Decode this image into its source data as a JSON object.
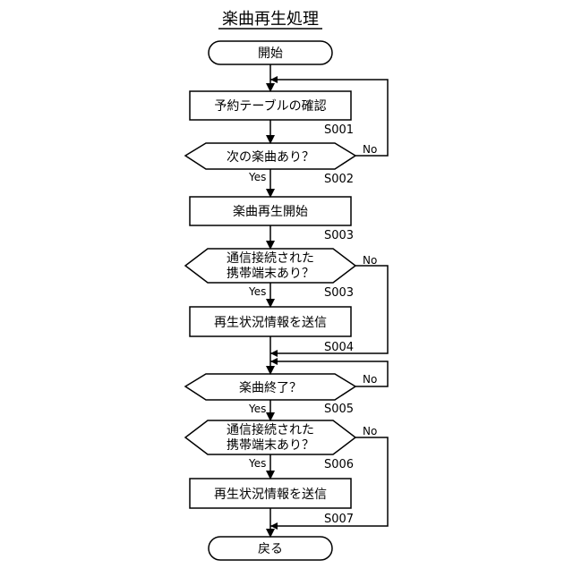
{
  "title": "楽曲再生処理",
  "nodes": {
    "start": "開始",
    "check_table": "予約テーブルの確認",
    "next_song": "次の楽曲あり？",
    "start_play": "楽曲再生開始",
    "connected_1": [
      "通信接続された",
      "携帯端末あり？"
    ],
    "send_status_1": "再生状況情報を送信",
    "song_end": "楽曲終了？",
    "connected_2": [
      "通信接続された",
      "携帯端末あり？"
    ],
    "send_status_2": "再生状況情報を送信",
    "return": "戻る"
  },
  "steps": {
    "s1": "S001",
    "s2": "S002",
    "s3": "S003",
    "s4": "S003",
    "s5": "S004",
    "s6": "S005",
    "s7": "S006",
    "s8": "S007"
  },
  "labels": {
    "yes": "Yes",
    "no": "No"
  }
}
